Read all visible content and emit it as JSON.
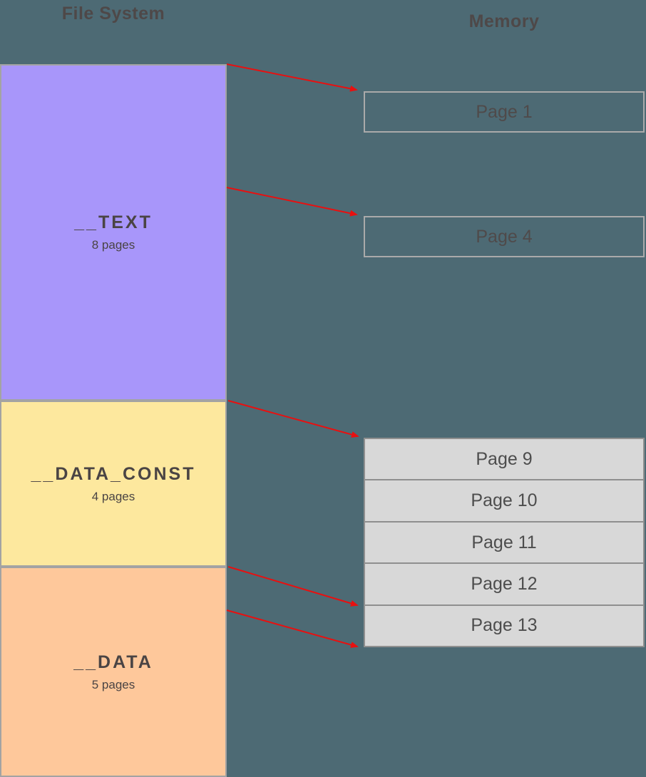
{
  "header": {
    "file_system_title": "File System",
    "memory_title": "Memory"
  },
  "file_system": {
    "segments": [
      {
        "name": "__TEXT",
        "pages": "8 pages",
        "fill": "#a896fa"
      },
      {
        "name": "__DATA_CONST",
        "pages": "4 pages",
        "fill": "#fde89e"
      },
      {
        "name": "__DATA",
        "pages": "5 pages",
        "fill": "#fec89b"
      }
    ]
  },
  "memory": {
    "mapped_pages": [
      {
        "label": "Page 1"
      },
      {
        "label": "Page 4"
      }
    ],
    "resident_pages": [
      {
        "label": "Page 9"
      },
      {
        "label": "Page 10"
      },
      {
        "label": "Page 11"
      },
      {
        "label": "Page 12"
      },
      {
        "label": "Page 13"
      }
    ]
  },
  "arrows": {
    "color": "#e81010",
    "connections": [
      {
        "from": "__TEXT (top)",
        "to": "Page 1 (top-left)"
      },
      {
        "from": "__TEXT (page 4 offset)",
        "to": "Page 4 (top-left)"
      },
      {
        "from": "__DATA_CONST (top)",
        "to": "Page 9 (top of resident stack)"
      },
      {
        "from": "__DATA (top)",
        "to": "Page 13 (top-left)"
      },
      {
        "from": "__DATA (second page)",
        "to": "Page 13 (bottom-left)"
      }
    ]
  },
  "colors": {
    "background": "#4d6a74",
    "text_segment_fill": "#a896fa",
    "data_const_segment_fill": "#fde89e",
    "data_segment_fill": "#fec89b",
    "resident_page_fill": "#d8d8d8",
    "box_border": "#a3a3a3",
    "stack_border": "#8f8f8f",
    "arrow_red": "#e81010",
    "label_text": "#4a4444"
  }
}
